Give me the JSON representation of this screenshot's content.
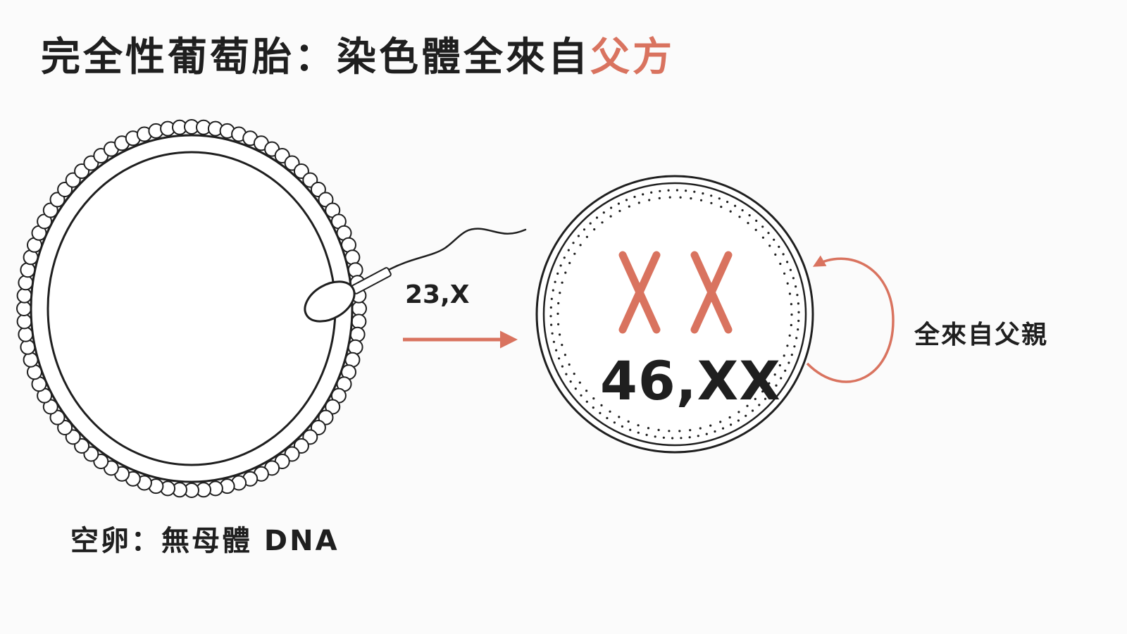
{
  "title": {
    "main": "完全性葡萄胎：染色體全來自",
    "highlight": "父方"
  },
  "egg": {
    "label": "空卵：無母體 DNA"
  },
  "sperm": {
    "karyotype": "23,X"
  },
  "zygote": {
    "chromosomes": "XX",
    "karyotype": "46,XX"
  },
  "origin": {
    "label": "全來自父親"
  },
  "colors": {
    "accent": "#d9735f",
    "ink": "#1f1f1f",
    "background": "#fbfbfb"
  }
}
